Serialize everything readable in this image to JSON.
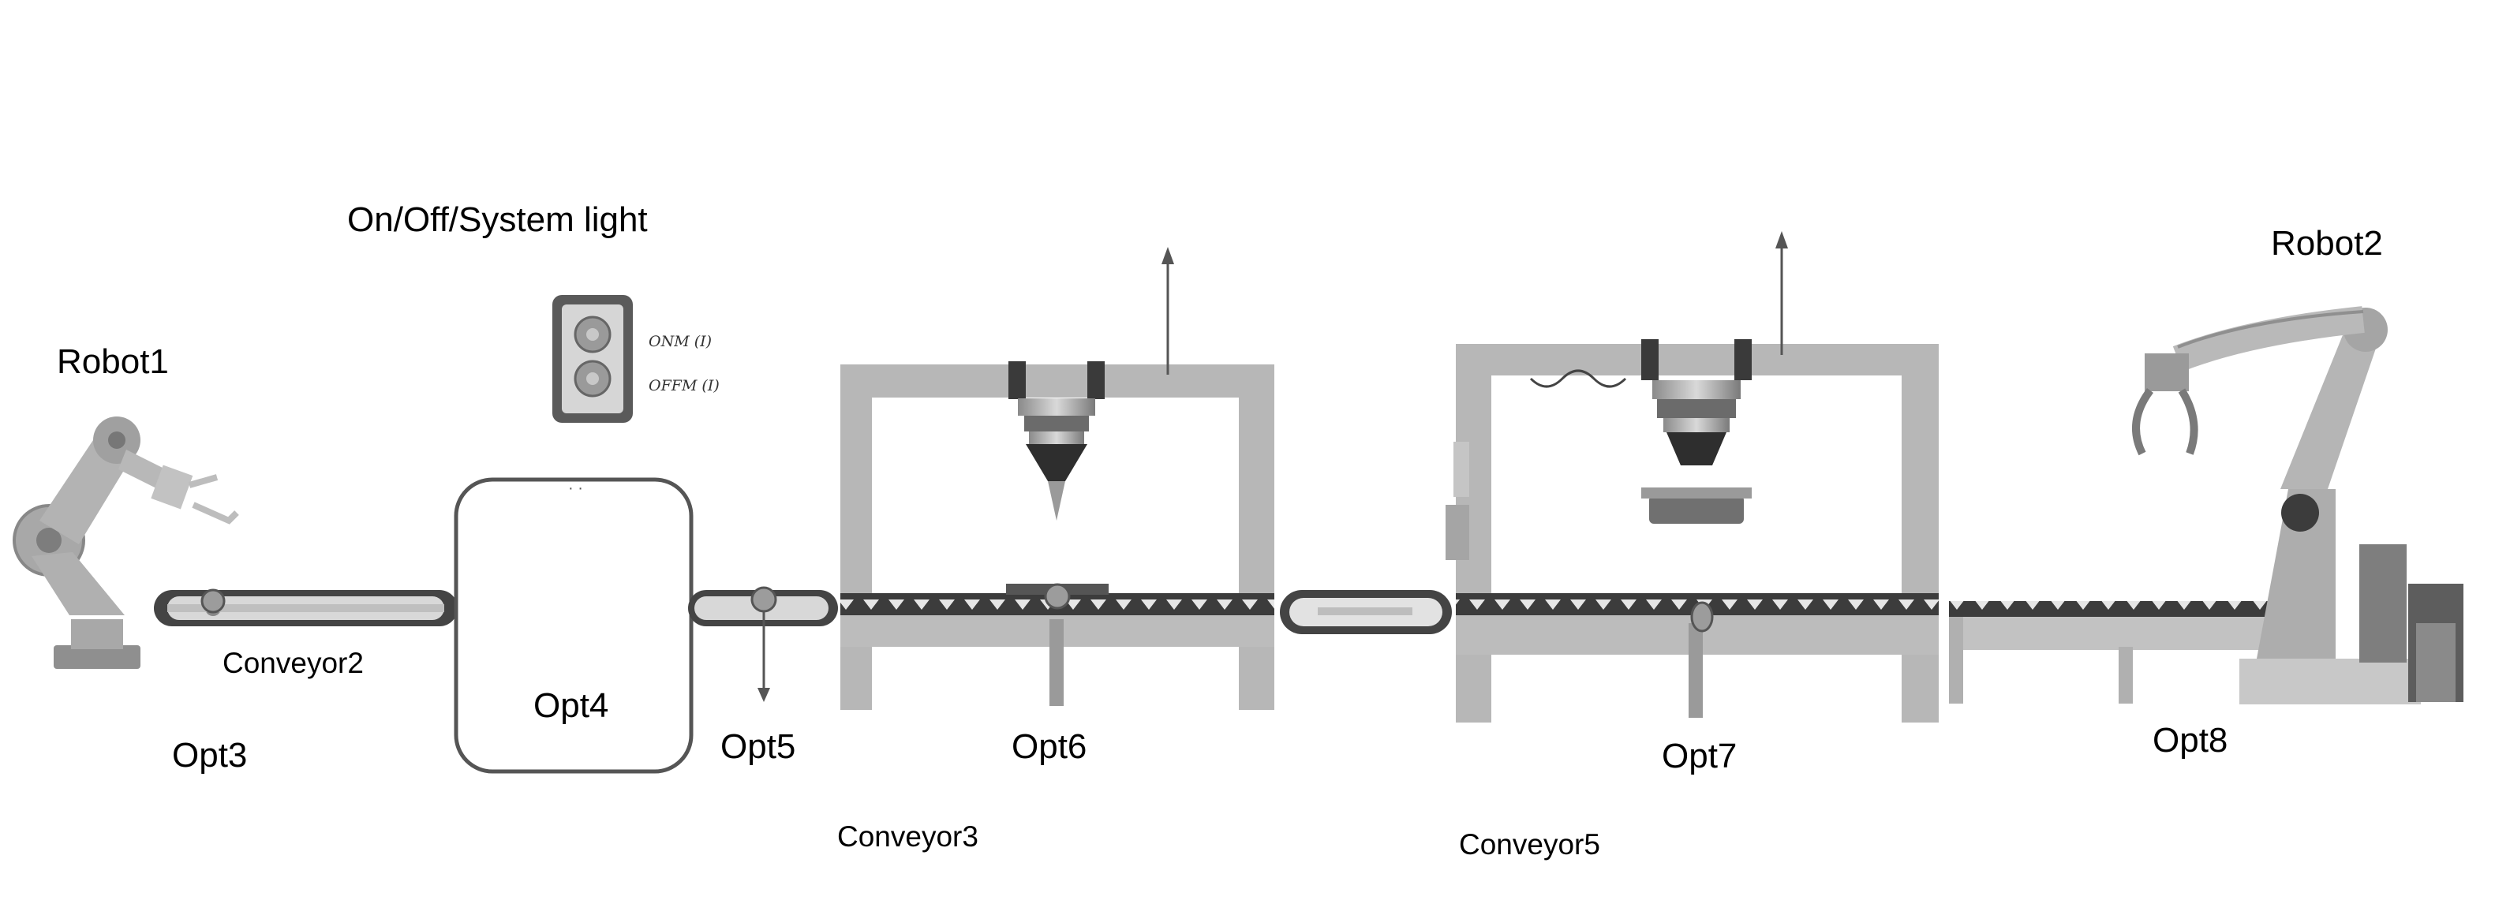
{
  "labels": {
    "system_light": "On/Off/System light",
    "robot1": "Robot1",
    "robot2": "Robot2",
    "opt3": "Opt3",
    "opt4": "Opt4",
    "opt5": "Opt5",
    "opt6": "Opt6",
    "opt7": "Opt7",
    "opt8": "Opt8",
    "conveyor2": "Conveyor2",
    "conveyor3": "Conveyor3",
    "conveyor5": "Conveyor5",
    "switch_on": "ONM (I)",
    "switch_off": "OFFM (I)"
  },
  "colors": {
    "frame": "#b5b5b5",
    "frame_dark": "#9a9a9a",
    "belt": "#3c3c3c",
    "robot": "#a8a8a8",
    "outline": "#555555"
  }
}
